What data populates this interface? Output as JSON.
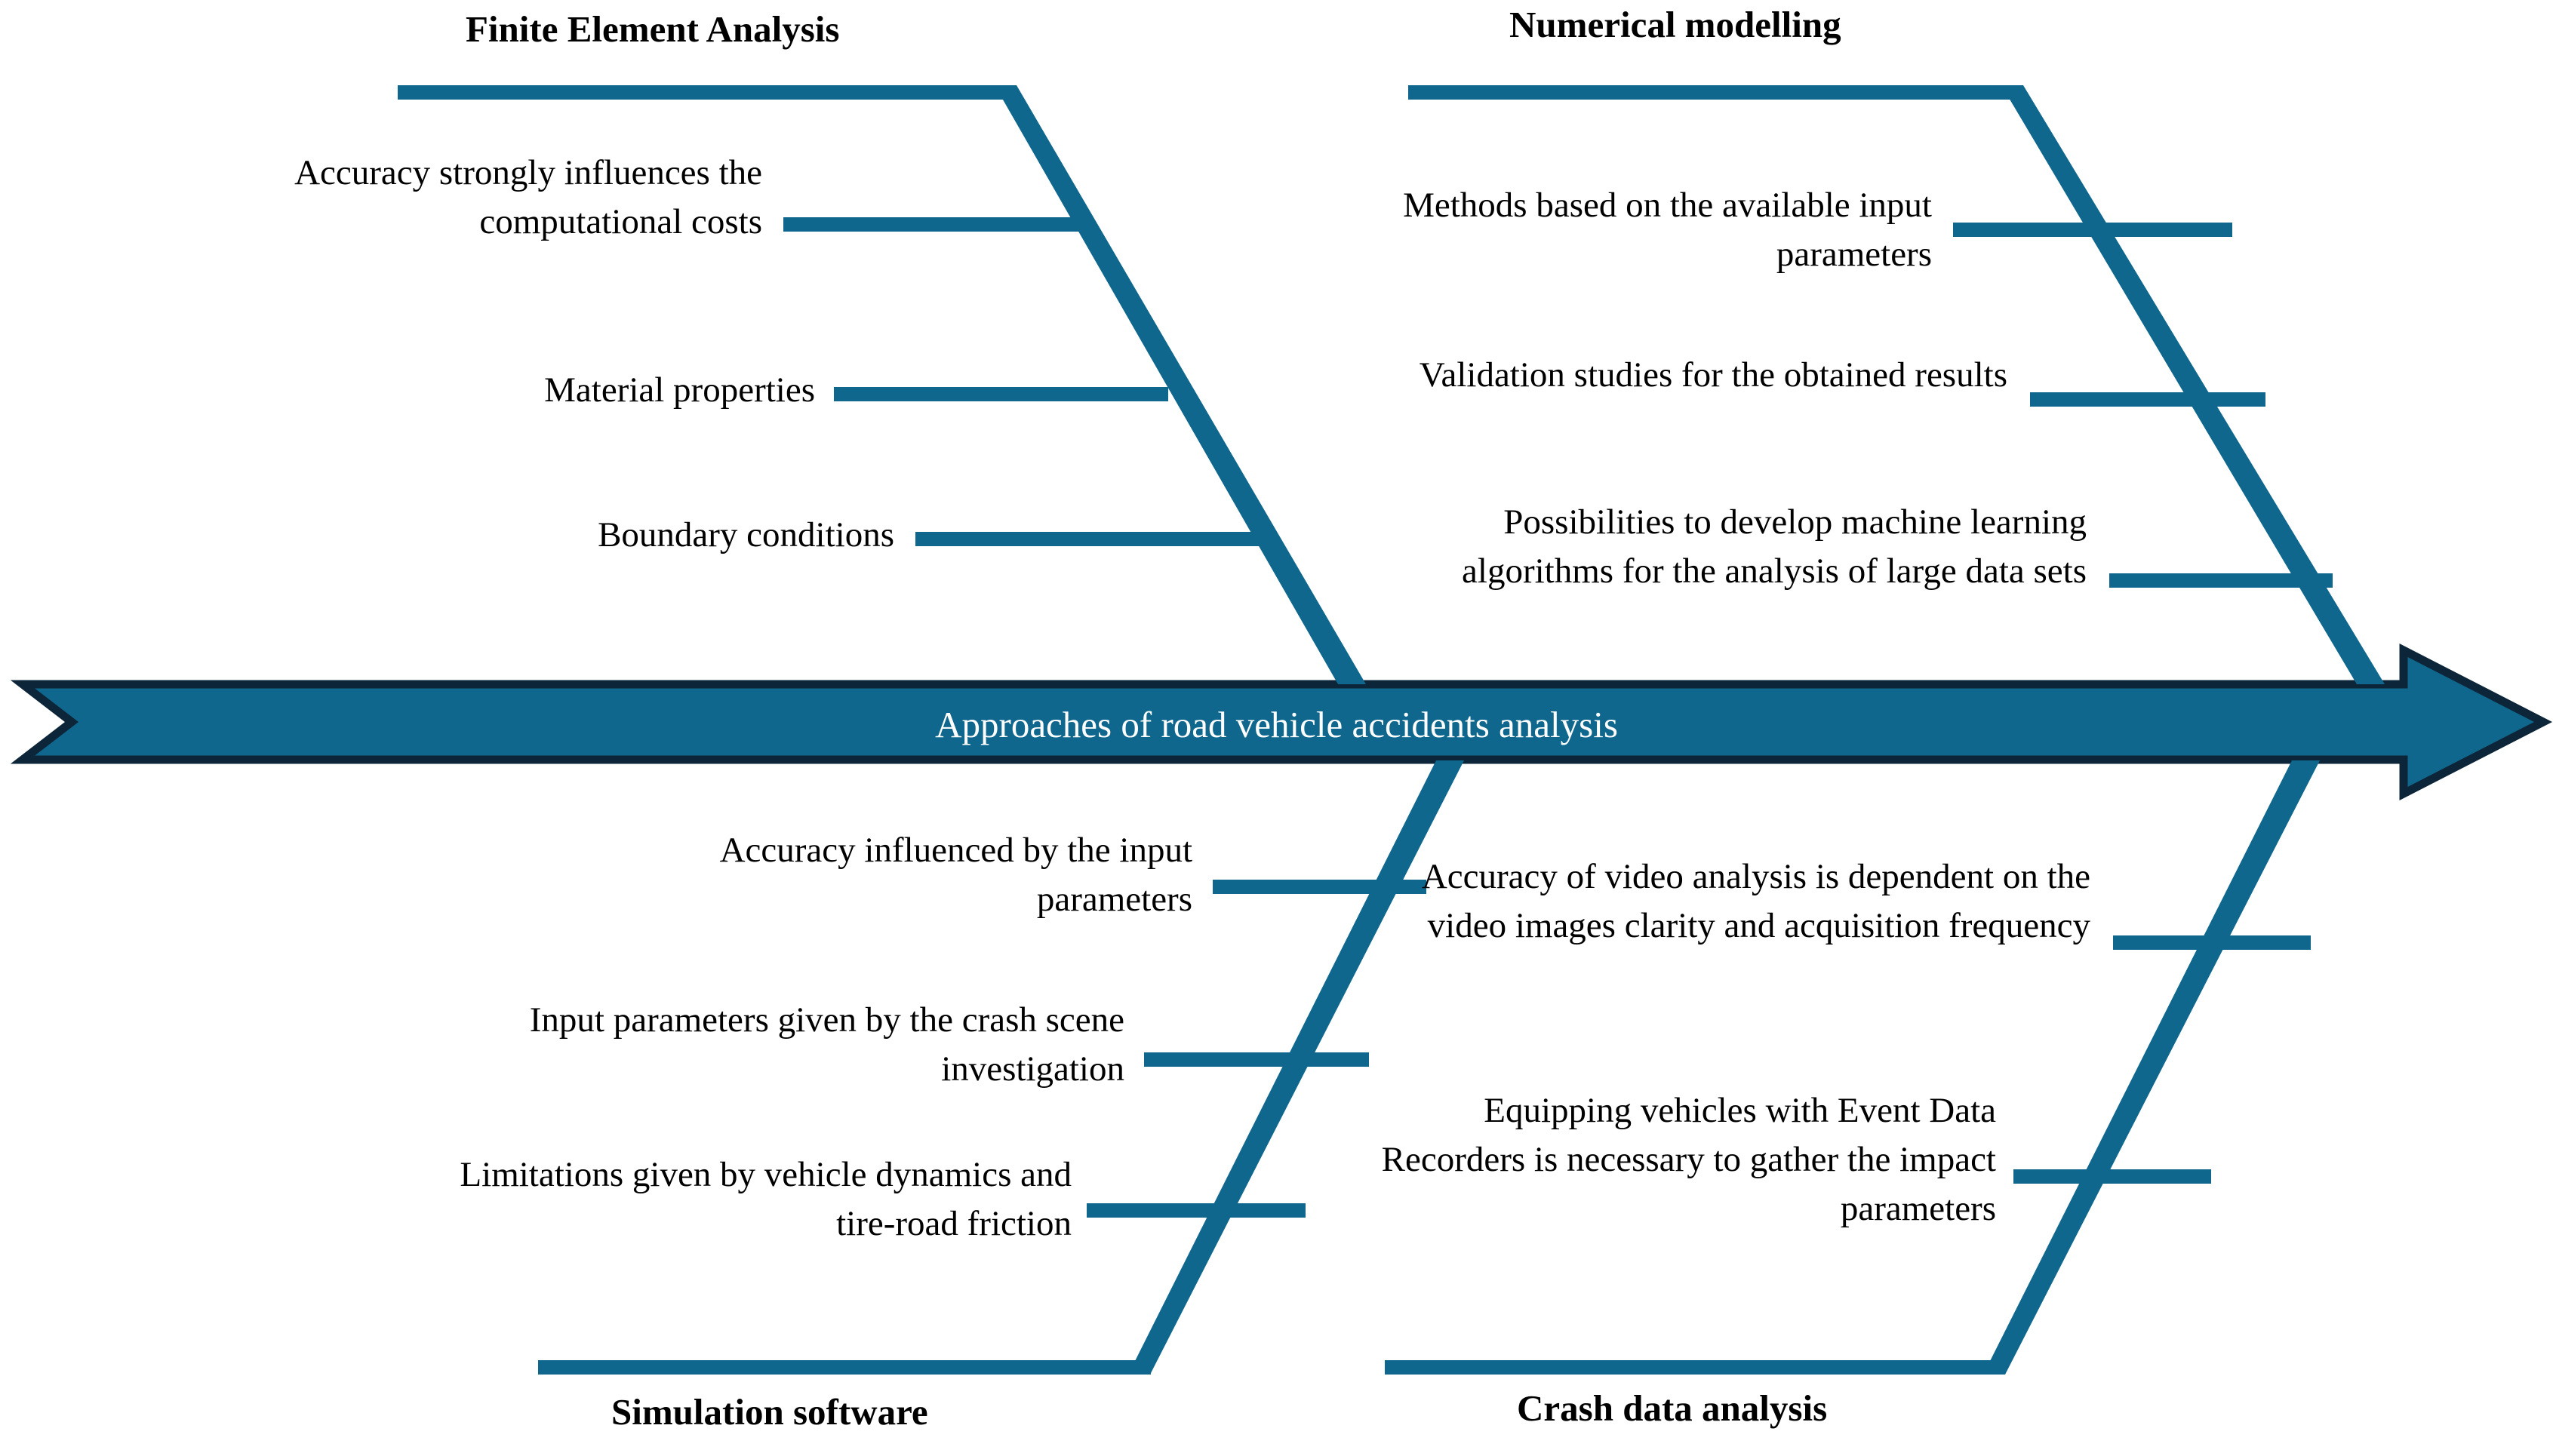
{
  "diagram": {
    "type": "fishbone-ishikawa",
    "spine": {
      "label": "Approaches of road vehicle accidents analysis",
      "fill_color": "#0f678d",
      "outline_color": "#0d2538",
      "text_color": "#ffffff"
    },
    "bone_color": "#0f678d",
    "categories": [
      {
        "id": "finite-element-analysis",
        "label": "Finite Element Analysis",
        "position": "top-left",
        "causes": [
          "Accuracy strongly influences the computational costs",
          "Material properties",
          "Boundary conditions"
        ]
      },
      {
        "id": "numerical-modelling",
        "label": "Numerical modelling",
        "position": "top-right",
        "causes": [
          "Methods based on the available input parameters",
          "Validation studies for the obtained results",
          "Possibilities to develop machine learning algorithms for the analysis of large data sets"
        ]
      },
      {
        "id": "simulation-software",
        "label": "Simulation software",
        "position": "bottom-left",
        "causes": [
          "Accuracy influenced by the input parameters",
          "Input parameters given by the crash scene investigation",
          "Limitations given by vehicle dynamics and tire-road friction"
        ]
      },
      {
        "id": "crash-data-analysis",
        "label": "Crash data analysis",
        "position": "bottom-right",
        "causes": [
          "Accuracy of video analysis is dependent on the video images clarity and acquisition frequency",
          "Equipping vehicles with Event Data Recorders is necessary to gather the impact parameters"
        ]
      }
    ]
  }
}
